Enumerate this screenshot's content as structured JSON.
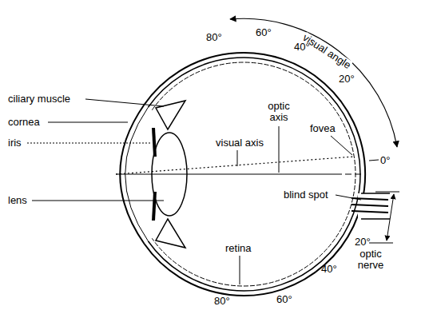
{
  "diagram": {
    "labels": [
      "80°",
      "60°",
      "visual angle",
      "40°",
      "20°",
      "ciliary muscle",
      "cornea",
      "optic axis",
      "fovea",
      "iris",
      "visual axis",
      "0°",
      "lens",
      "blind spot",
      "20°",
      "optic nerve",
      "retina",
      "40°",
      "80°",
      "60°"
    ]
  }
}
